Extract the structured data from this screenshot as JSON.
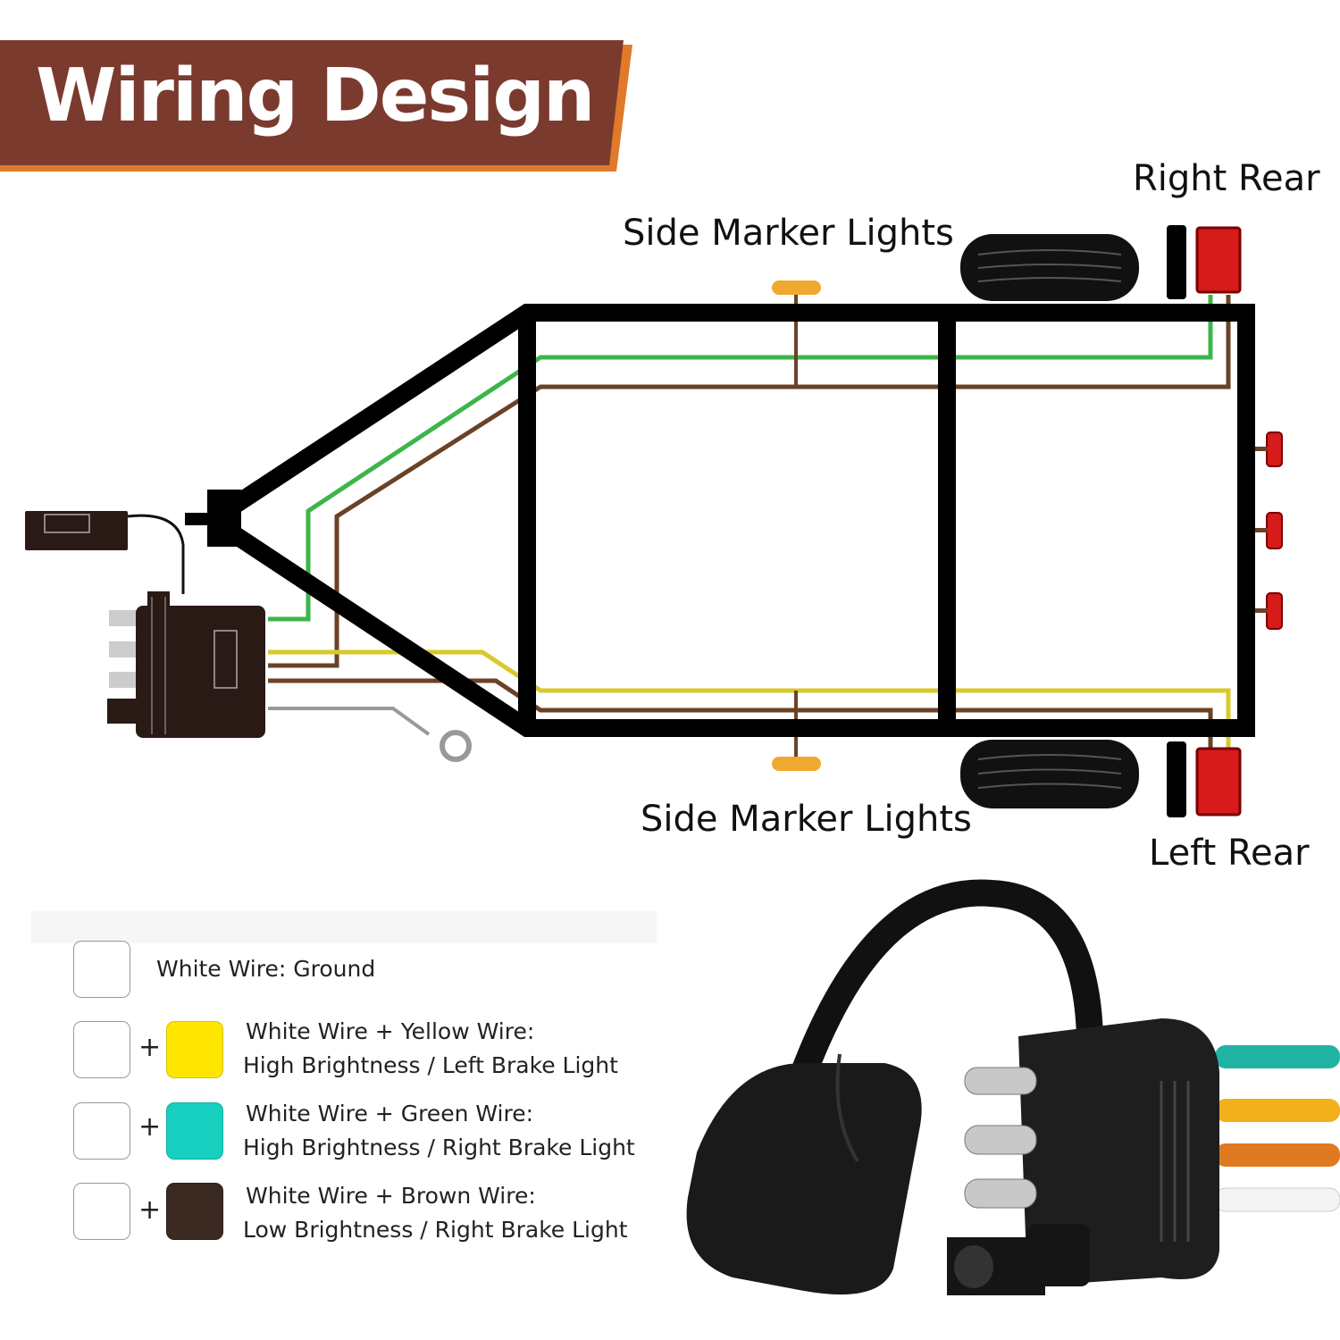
{
  "header": {
    "title": "Wiring Design"
  },
  "labels": {
    "side_marker_top": "Side Marker Lights",
    "side_marker_bottom": "Side Marker Lights",
    "right_rear": "Right Rear",
    "left_rear": "Left Rear"
  },
  "legend": [
    {
      "line1": "White Wire: Ground",
      "line2": "",
      "color": "#ffffff"
    },
    {
      "line1": "White Wire + Yellow Wire:",
      "line2": "High Brightness / Left Brake Light",
      "color": "#ffe600"
    },
    {
      "line1": "White Wire + Green Wire:",
      "line2": "High Brightness / Right Brake Light",
      "color": "#17d0c0"
    },
    {
      "line1": "White Wire + Brown Wire:",
      "line2": "Low Brightness / Right Brake Light",
      "color": "#3b2a22"
    }
  ],
  "colors": {
    "banner": "#7b3a2e",
    "frame": "#000000",
    "green_wire": "#3cb54a",
    "brown_wire": "#6b4226",
    "yellow_wire": "#d9c92c",
    "marker": "#f0a830",
    "tail_light": "#d71a1a"
  }
}
